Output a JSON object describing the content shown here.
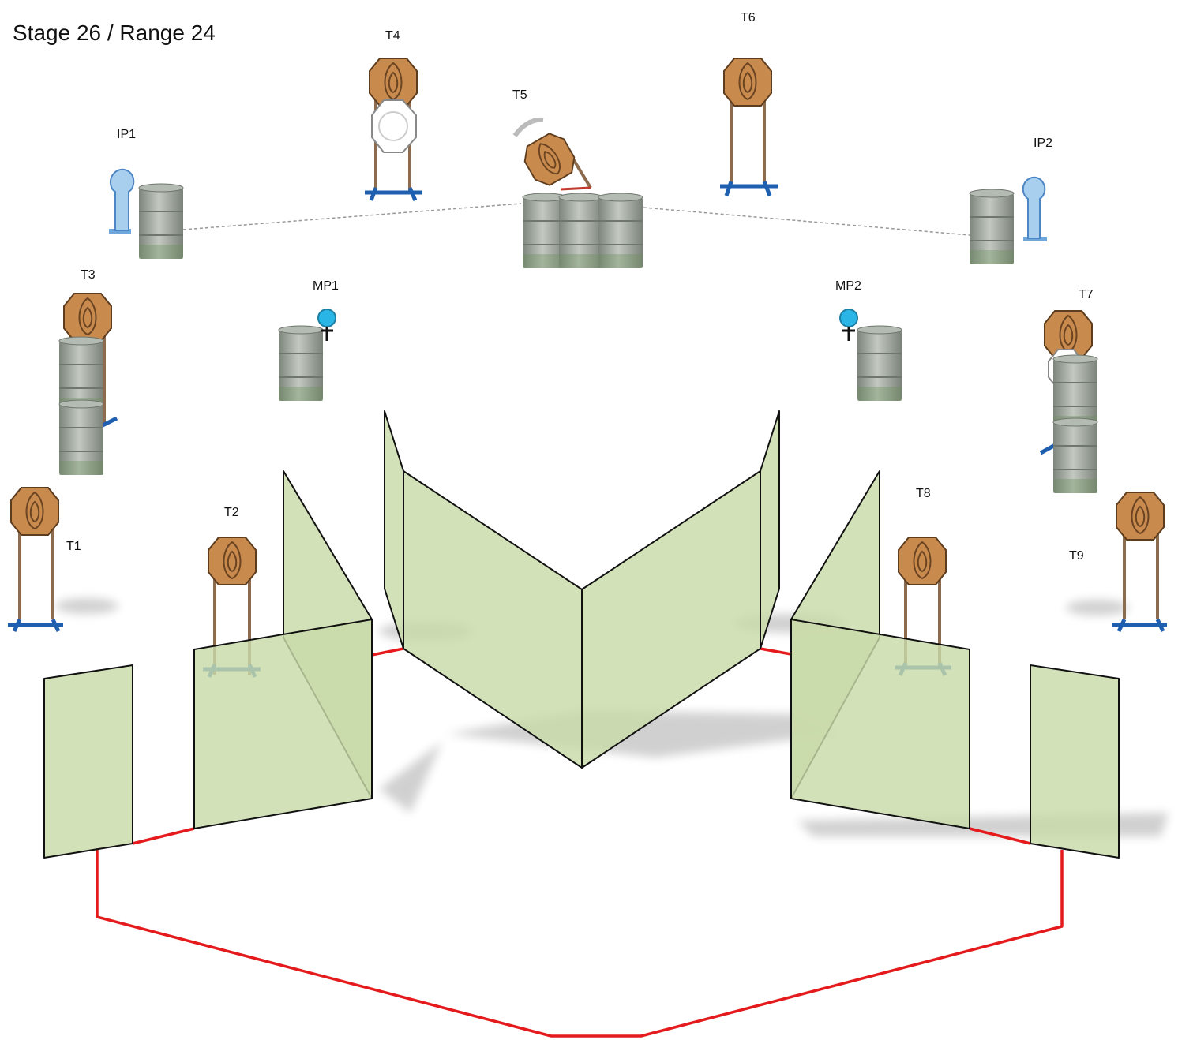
{
  "title": "Stage 26 / Range 24",
  "labels": {
    "T1": "T1",
    "T2": "T2",
    "T3": "T3",
    "T4": "T4",
    "T5": "T5",
    "T6": "T6",
    "T7": "T7",
    "T8": "T8",
    "T9": "T9",
    "IP1": "IP1",
    "IP2": "IP2",
    "MP1": "MP1",
    "MP2": "MP2"
  },
  "colors": {
    "fault_line": "#e41a1c",
    "wall_fill": "#c9daa9",
    "steel": "#c98a4e",
    "barrel": "#a9b0a7",
    "popper": "#a9cfef",
    "mini_popper": "#29b6e6",
    "stand": "#1f5fb0",
    "no_shoot": "#ffffff"
  }
}
